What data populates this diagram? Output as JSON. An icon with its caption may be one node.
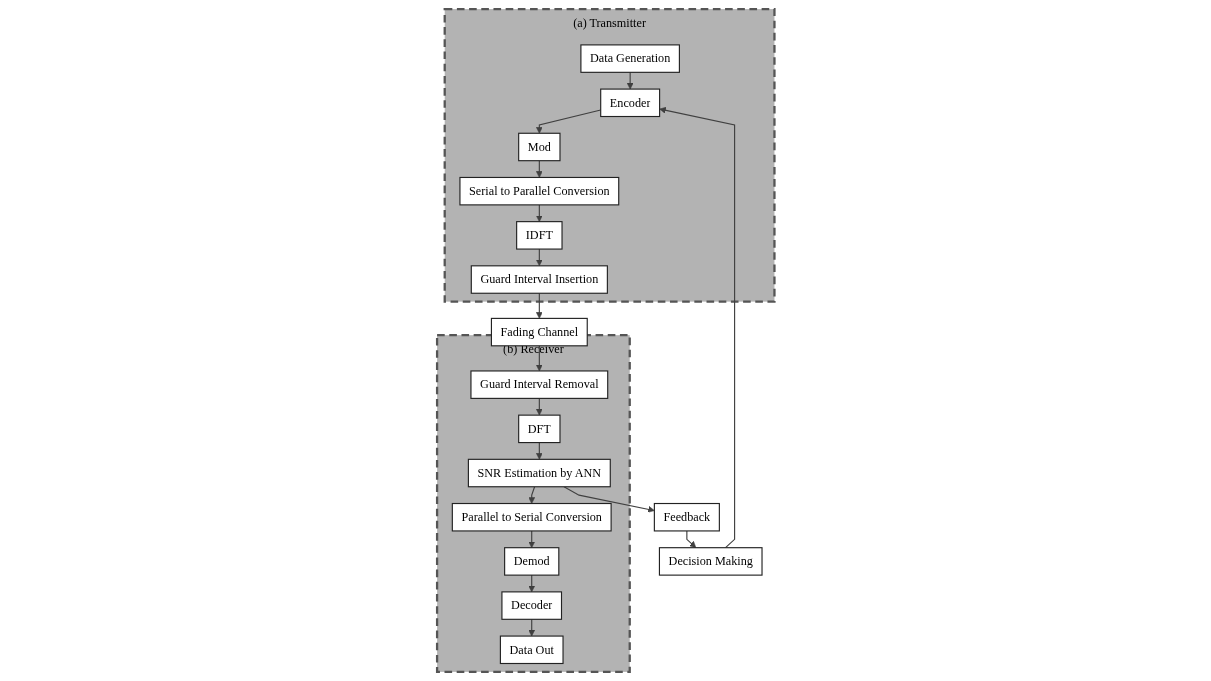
{
  "diagram": {
    "nodes": [
      {
        "text": [
          "(a) Transmitter"
        ]
      },
      {
        "text": [
          "Data Generation"
        ],
        "in": 0
      },
      {
        "text": [
          "Encoder"
        ],
        "in": 0
      },
      {
        "text": [
          "Mod"
        ],
        "in": 0
      },
      {
        "text": [
          "Serial to Parallel Conversion"
        ],
        "in": 0
      },
      {
        "text": [
          "IDFT"
        ],
        "in": 0
      },
      {
        "text": [
          "Guard Interval Insertion"
        ],
        "in": 0
      },
      {
        "text": [
          "Decision Making"
        ]
      },
      {
        "text": [
          "Feedback"
        ]
      },
      {
        "text": [
          "Fading Channel"
        ]
      },
      {
        "text": [
          "(b) Receiver"
        ]
      },
      {
        "text": [
          "Data Out"
        ],
        "in": 10
      },
      {
        "text": [
          "Decoder"
        ],
        "in": 10
      },
      {
        "text": [
          "Demod"
        ],
        "in": 10
      },
      {
        "text": [
          "Parallel to Serial Conversion"
        ],
        "in": 10
      },
      {
        "text": [
          "SNR Estimation by ANN"
        ],
        "in": 10
      },
      {
        "text": [
          "DFT"
        ],
        "in": 10
      },
      {
        "text": [
          "Guard Interval Removal"
        ],
        "in": 10
      }
    ],
    "edges": [
      {
        "from": 1,
        "to": 2,
        "arrow": "to"
      },
      {
        "from": 2,
        "to": 3,
        "arrow": "to"
      },
      {
        "from": 3,
        "to": 4,
        "arrow": "to"
      },
      {
        "from": 4,
        "to": 5,
        "arrow": "to"
      },
      {
        "from": 5,
        "to": 6,
        "arrow": "to"
      },
      {
        "from": 6,
        "to": 9,
        "arrow": "to"
      },
      {
        "from": 9,
        "to": 17,
        "arrow": "to"
      },
      {
        "from": 17,
        "to": 16,
        "arrow": "to"
      },
      {
        "from": 16,
        "to": 15,
        "arrow": "to"
      },
      {
        "from": 15,
        "to": 14,
        "arrow": "to"
      },
      {
        "from": 14,
        "to": 13,
        "arrow": "to"
      },
      {
        "from": 13,
        "to": 12,
        "arrow": "to"
      },
      {
        "from": 12,
        "to": 11,
        "arrow": "to"
      },
      {
        "from": 15,
        "to": 8,
        "arrow": "to"
      },
      {
        "from": 8,
        "to": 7,
        "arrow": "to"
      },
      {
        "from": 7,
        "to": 2,
        "arrow": "to"
      }
    ]
  }
}
